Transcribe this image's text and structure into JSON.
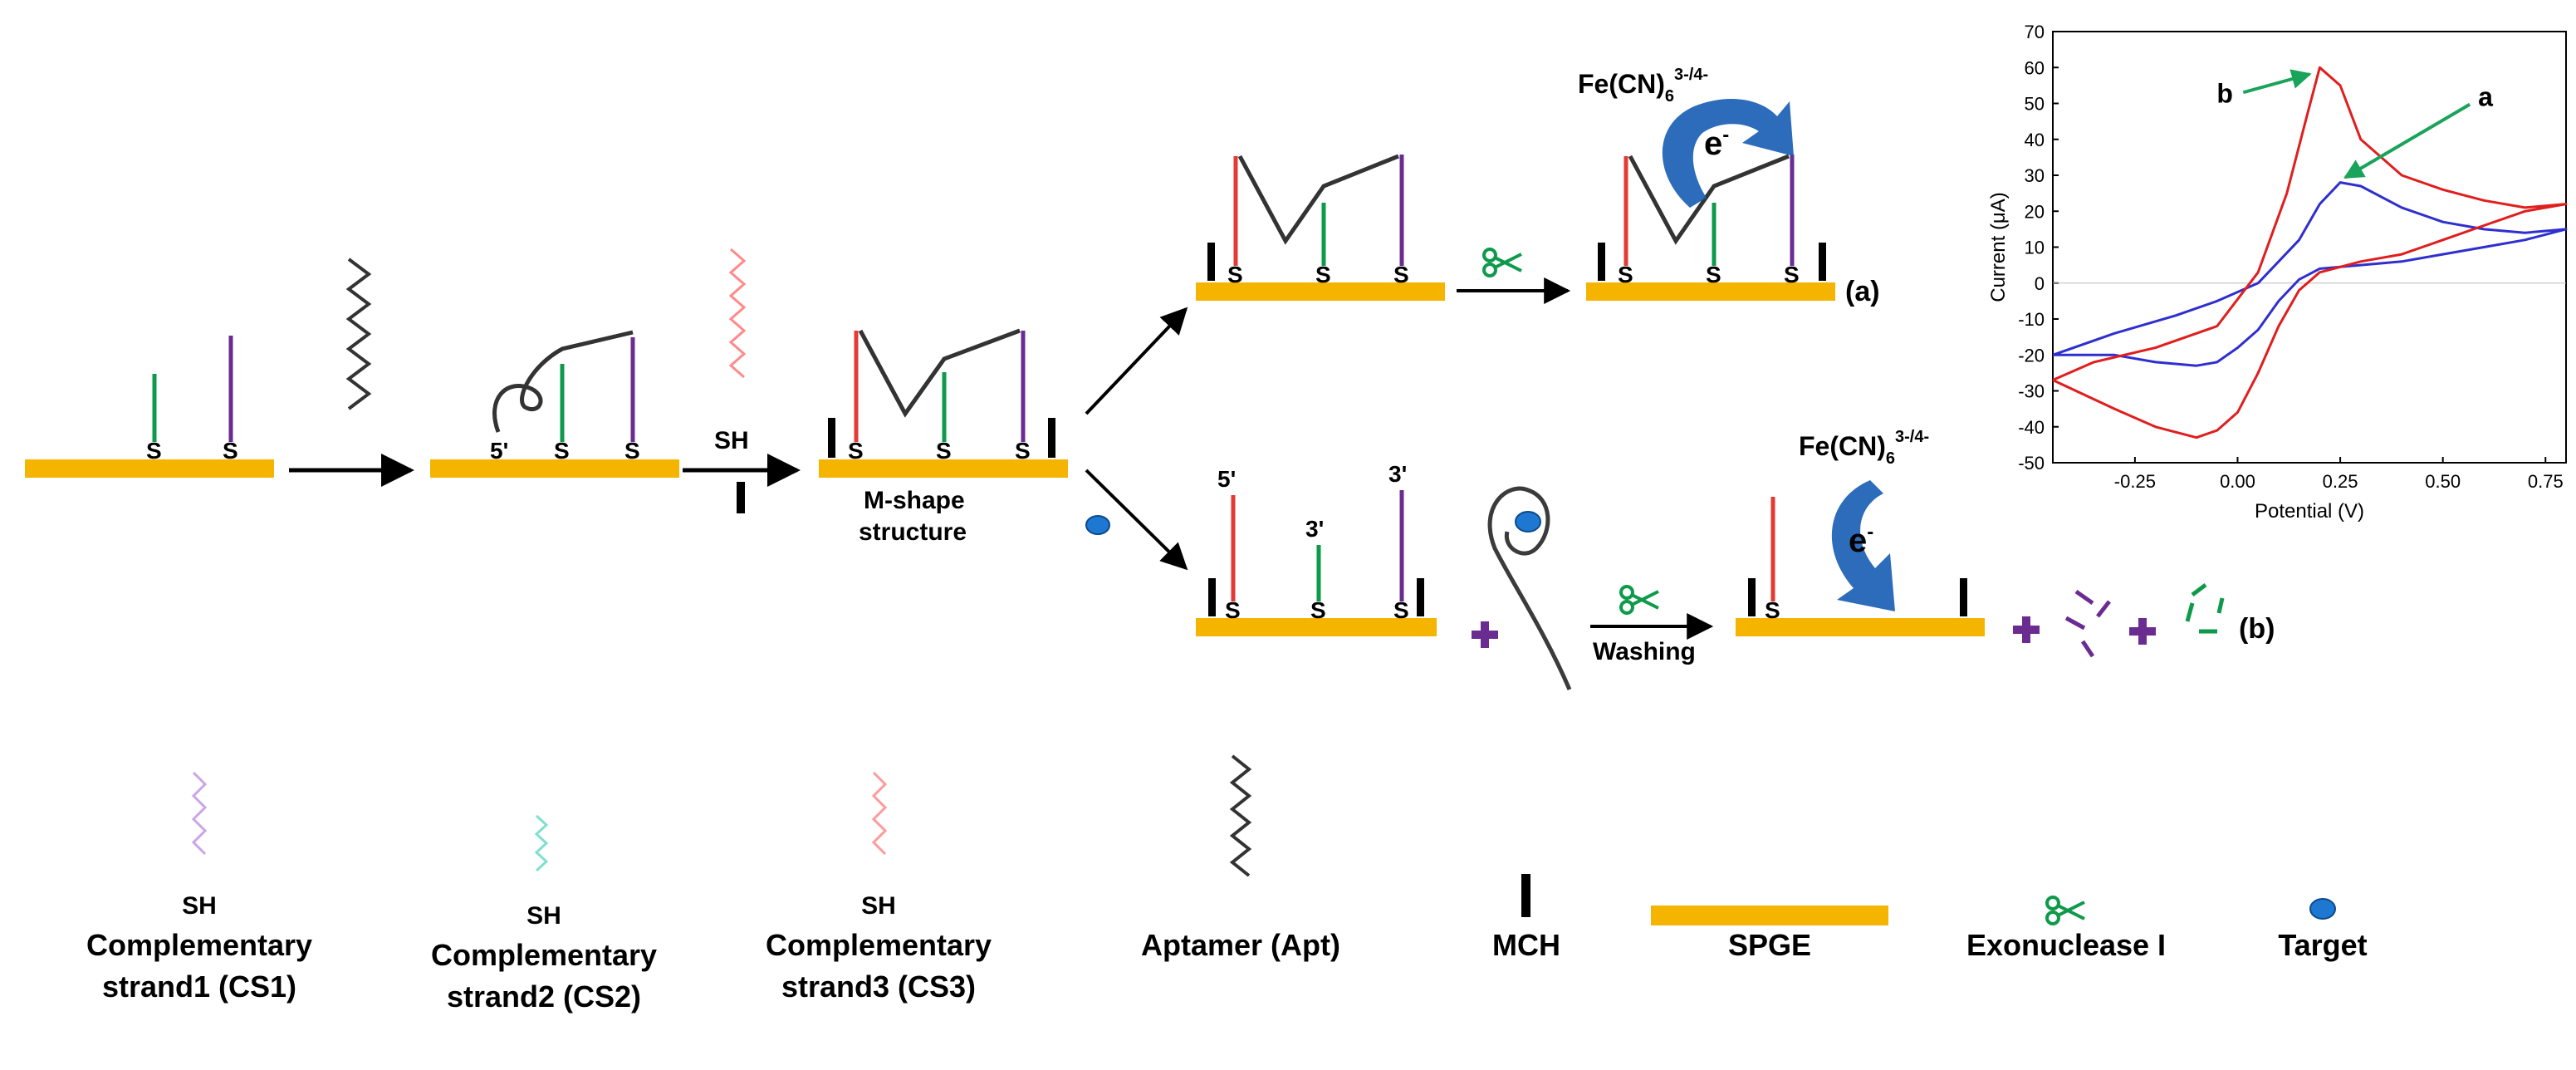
{
  "colors": {
    "spge": "#f4b400",
    "cs1": "#6a2c91",
    "cs2": "#0e9a4b",
    "cs3": "#e53935",
    "aptamer": "#333333",
    "mch": "#000000",
    "target": "#1e78d2",
    "arrow_blue": "#1a5fb4",
    "plus": "#6a2c91",
    "curve_a": "#2f2fcf",
    "curve_b": "#e01e1e",
    "pointer": "#1aa35a"
  },
  "icons": [
    "scissors-icon",
    "target-icon",
    "plus-icon",
    "curved-arrow-icon"
  ],
  "diagram": {
    "prime5": "5'",
    "prime3": "3'",
    "sulfur": "S",
    "sh": "SH",
    "mshape_line1": "M-shape",
    "mshape_line2": "structure",
    "washing": "Washing",
    "label_a": "(a)",
    "label_b": "(b)",
    "fe_base": "Fe(CN)",
    "fe_sub": "6",
    "fe_sup": "3-/4-",
    "electron": "e",
    "electron_sup": "-"
  },
  "legend": {
    "cs1_sh": "SH",
    "cs1_l1": "Complementary",
    "cs1_l2": "strand1 (CS1)",
    "cs2_sh": "SH",
    "cs2_l1": "Complementary",
    "cs2_l2": "strand2 (CS2)",
    "cs3_sh": "SH",
    "cs3_l1": "Complementary",
    "cs3_l2": "strand3 (CS3)",
    "aptamer": "Aptamer (Apt)",
    "mch": "MCH",
    "spge": "SPGE",
    "exo": "Exonuclease I",
    "target": "Target"
  },
  "chart_data": {
    "type": "line",
    "xlabel": "Potential (V)",
    "ylabel": "Current (μA)",
    "xlim": [
      -0.45,
      0.8
    ],
    "ylim": [
      -50,
      70
    ],
    "xticks": [
      -0.25,
      0.0,
      0.25,
      0.5,
      0.75
    ],
    "xtick_labels": [
      "-0.25",
      "0.00",
      "0.25",
      "0.50",
      "0.75"
    ],
    "yticks": [
      -50,
      -40,
      -30,
      -20,
      -10,
      0,
      10,
      20,
      30,
      40,
      50,
      60,
      70
    ],
    "grid": false,
    "annotations": [
      "a",
      "b"
    ],
    "series": [
      {
        "name": "a",
        "color": "#2f2fcf",
        "x": [
          -0.45,
          -0.3,
          -0.15,
          -0.05,
          0.05,
          0.15,
          0.2,
          0.25,
          0.3,
          0.4,
          0.5,
          0.6,
          0.7,
          0.8,
          0.7,
          0.6,
          0.5,
          0.4,
          0.3,
          0.2,
          0.15,
          0.1,
          0.05,
          0.0,
          -0.05,
          -0.1,
          -0.2,
          -0.3,
          -0.45
        ],
        "y": [
          -20,
          -14,
          -9,
          -5,
          0,
          12,
          22,
          28,
          27,
          21,
          17,
          15,
          14,
          15,
          12,
          10,
          8,
          6,
          5,
          4,
          1,
          -5,
          -13,
          -18,
          -22,
          -23,
          -22,
          -20,
          -20
        ]
      },
      {
        "name": "b",
        "color": "#e01e1e",
        "x": [
          -0.45,
          -0.35,
          -0.2,
          -0.05,
          0.05,
          0.12,
          0.17,
          0.2,
          0.25,
          0.3,
          0.4,
          0.5,
          0.6,
          0.7,
          0.8,
          0.7,
          0.6,
          0.5,
          0.4,
          0.3,
          0.2,
          0.15,
          0.1,
          0.05,
          0.0,
          -0.05,
          -0.1,
          -0.2,
          -0.3,
          -0.45
        ],
        "y": [
          -27,
          -22,
          -18,
          -12,
          3,
          25,
          47,
          60,
          55,
          40,
          30,
          26,
          23,
          21,
          22,
          20,
          16,
          12,
          8,
          6,
          3,
          -2,
          -12,
          -25,
          -36,
          -41,
          -43,
          -40,
          -35,
          -27
        ]
      }
    ]
  }
}
